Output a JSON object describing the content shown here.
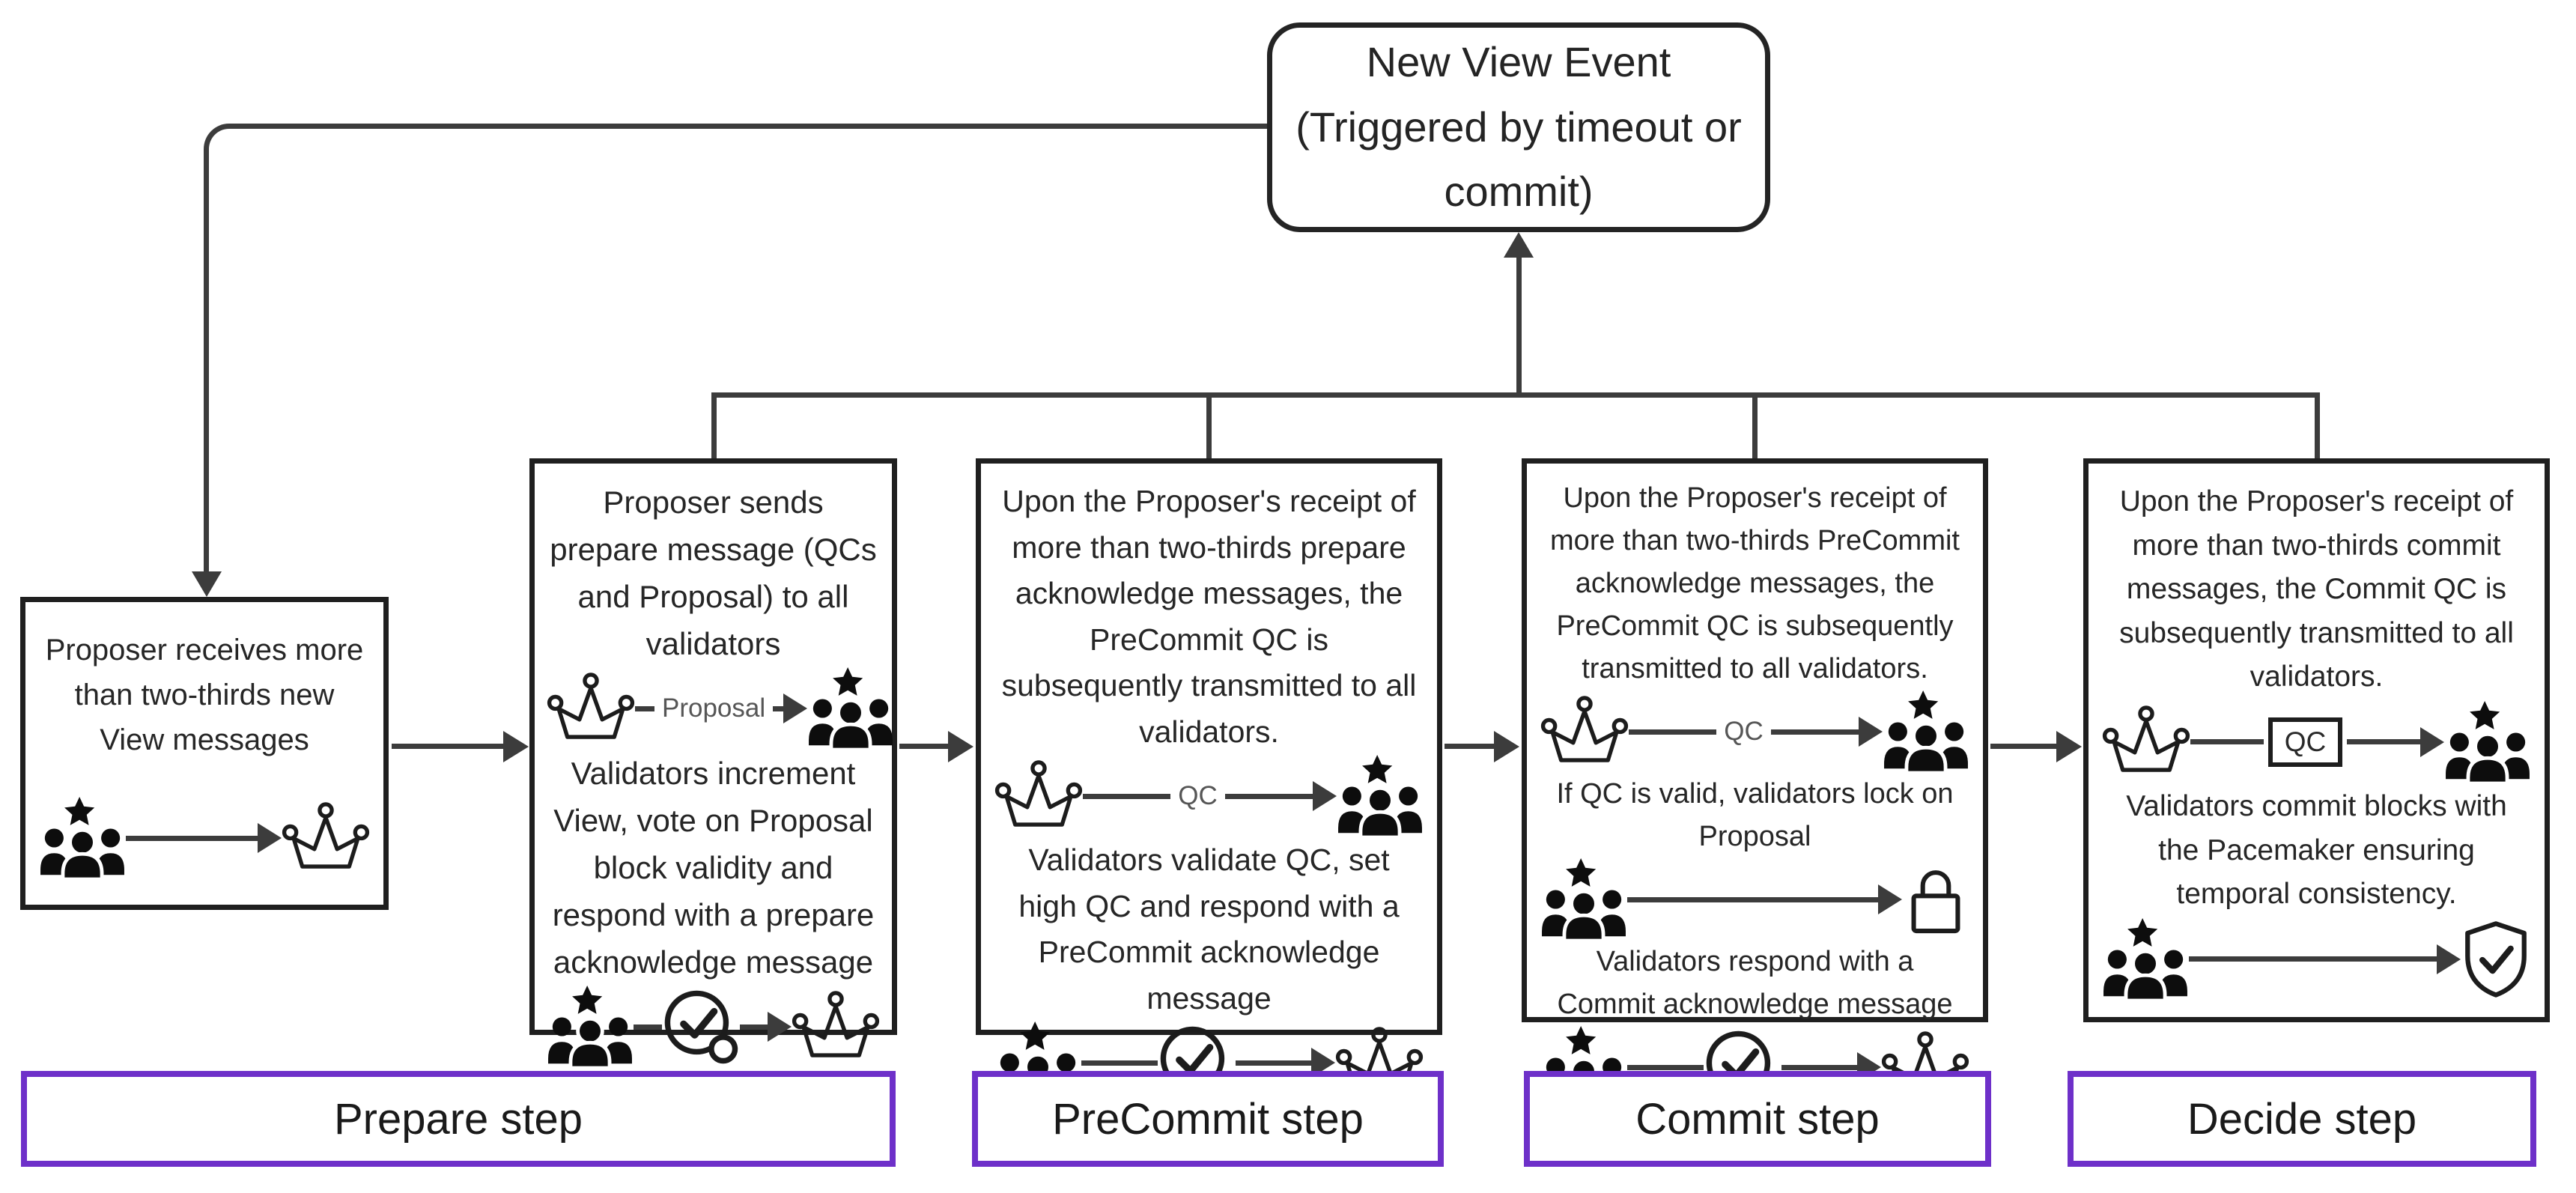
{
  "colors": {
    "purple": "#6e30c9",
    "stroke": "#1f1f1f",
    "connector": "#3c3c3c",
    "muted": "#565656"
  },
  "new_view": {
    "label": "New View Event (Triggered by timeout or commit)"
  },
  "box1": {
    "text": "Proposer receives more than two-thirds new View messages"
  },
  "box2": {
    "p1": "Proposer sends prepare message (QCs and Proposal) to all validators",
    "arrow1_label": "Proposal",
    "p2": "Validators increment View, vote on Proposal block validity and respond with a prepare acknowledge message"
  },
  "box3": {
    "p1": "Upon the Proposer's receipt of more than two-thirds prepare acknowledge messages, the PreCommit QC is subsequently transmitted to all validators.",
    "arrow1_label": "QC",
    "p2": "Validators validate QC, set high QC and respond with a PreCommit acknowledge message"
  },
  "box4": {
    "p1": "Upon the Proposer's receipt of more than two-thirds PreCommit acknowledge messages, the PreCommit QC is subsequently transmitted to all validators.",
    "arrow1_label": "QC",
    "p2": "If QC is valid, validators lock on Proposal",
    "p3": "Validators respond with a Commit acknowledge message"
  },
  "box5": {
    "p1": "Upon the Proposer's receipt of more than two-thirds commit messages, the Commit QC is subsequently transmitted to all validators.",
    "qc_badge": "QC",
    "p2": "Validators commit blocks with the Pacemaker ensuring temporal consistency."
  },
  "step_labels": {
    "prepare": "Prepare step",
    "precommit": "PreCommit step",
    "commit": "Commit step",
    "decide": "Decide step"
  }
}
